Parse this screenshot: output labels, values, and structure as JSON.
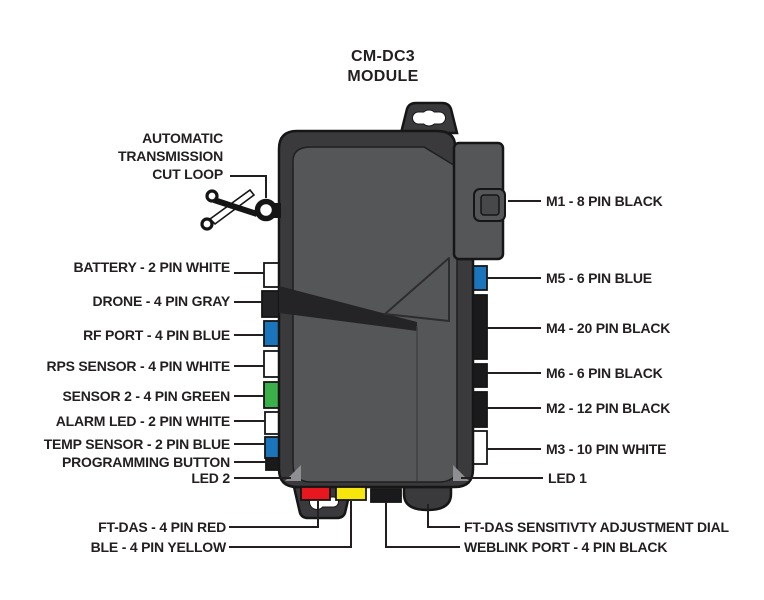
{
  "title": {
    "line1": "CM-DC3",
    "line2": "MODULE"
  },
  "cut_loop_label": {
    "line1": "AUTOMATIC",
    "line2": "TRANSMISSION",
    "line3": "CUT LOOP"
  },
  "left_labels": {
    "battery": "BATTERY - 2 PIN WHITE",
    "drone": "DRONE - 4 PIN GRAY",
    "rf_port": "RF PORT - 4 PIN BLUE",
    "rps_sensor": "RPS SENSOR - 4 PIN WHITE",
    "sensor2": "SENSOR 2 - 4 PIN GREEN",
    "alarm_led": "ALARM LED - 2 PIN WHITE",
    "temp_sensor": "TEMP SENSOR - 2 PIN BLUE",
    "programming_button": "PROGRAMMING BUTTON",
    "led2": "LED 2",
    "ftdas": "FT-DAS - 4 PIN RED",
    "ble": "BLE - 4 PIN YELLOW"
  },
  "right_labels": {
    "m1": "M1 - 8 PIN BLACK",
    "m5": "M5 - 6 PIN BLUE",
    "m4": "M4 - 20 PIN BLACK",
    "m6": "M6 - 6 PIN BLACK",
    "m2": "M2 - 12 PIN BLACK",
    "m3": "M3 - 10 PIN WHITE",
    "led1": "LED 1",
    "ftdas_dial": "FT-DAS SENSITIVTY ADJUSTMENT DIAL",
    "weblink": "WEBLINK PORT - 4 PIN BLACK"
  },
  "icons": {
    "cut_indicator": "scissors-icon",
    "mount_hole": "keyhole-slot"
  },
  "colors": {
    "body": "#3a3a3c",
    "panel": "#555658",
    "stripe": "#242426",
    "outline": "#161616",
    "blue": "#1b75bc",
    "green": "#3bb04a",
    "red": "#e8171f",
    "yellow": "#f6e60c",
    "white": "#ffffff",
    "connector_black": "#1a1a1c",
    "gray_connector": "#232325",
    "led_gray": "#8d8f92",
    "text": "#231f20"
  }
}
